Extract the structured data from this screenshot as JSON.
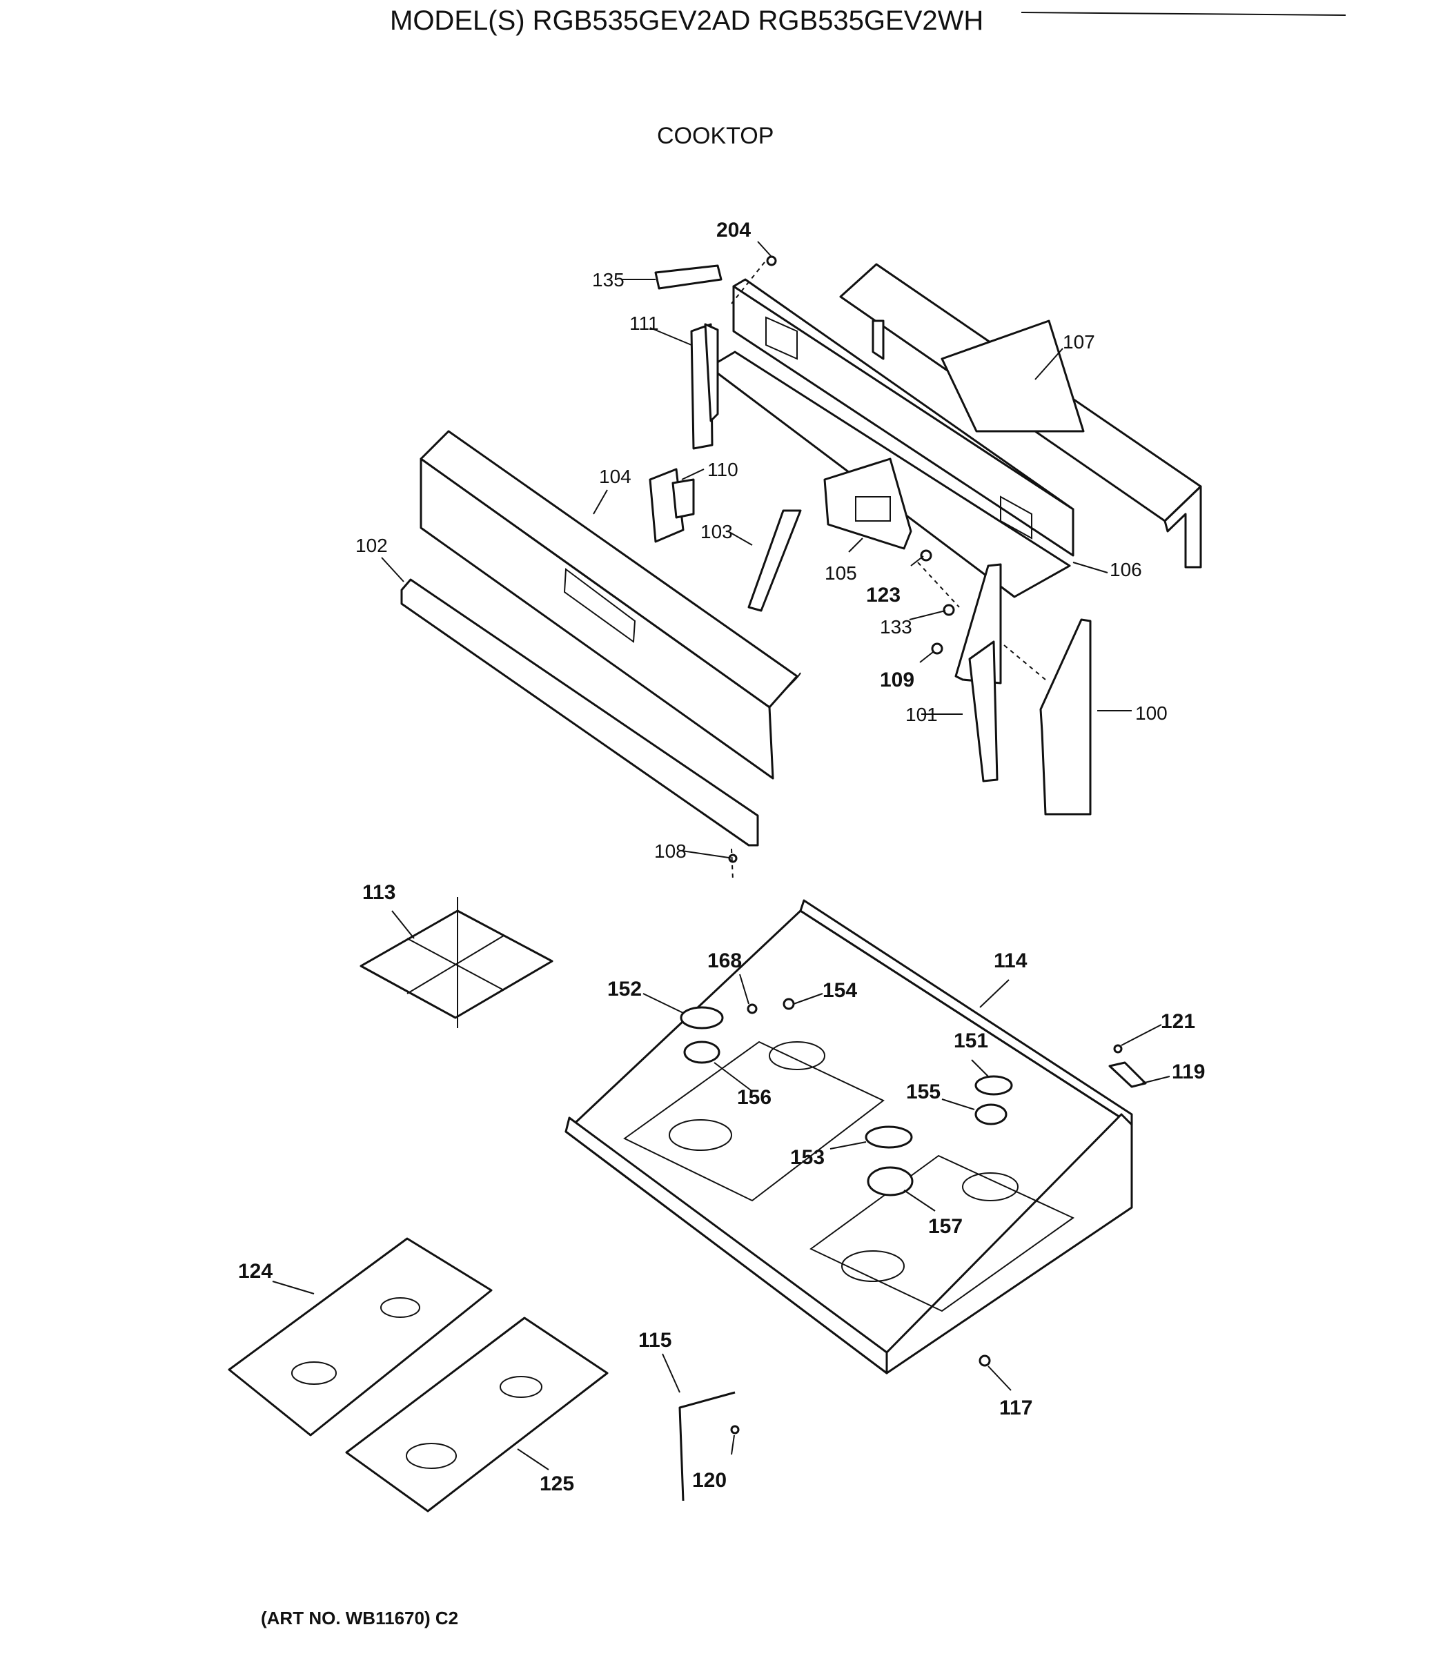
{
  "header": {
    "model_line": "MODEL(S) RGB535GEV2AD  RGB535GEV2WH",
    "section_title": "COOKTOP"
  },
  "footer": {
    "art_no": "(ART NO. WB11670) C2"
  },
  "callouts": {
    "c204": "204",
    "c135": "135",
    "c111": "111",
    "c107": "107",
    "c110": "110",
    "c104": "104",
    "c103": "103",
    "c102": "102",
    "c105": "105",
    "c106": "106",
    "c123": "123",
    "c133": "133",
    "c109": "109",
    "c101": "101",
    "c100": "100",
    "c108": "108",
    "c113": "113",
    "c168": "168",
    "c114": "114",
    "c152": "152",
    "c154": "154",
    "c121": "121",
    "c151": "151",
    "c119": "119",
    "c156": "156",
    "c155": "155",
    "c153": "153",
    "c157": "157",
    "c124": "124",
    "c115": "115",
    "c117": "117",
    "c120": "120",
    "c125": "125"
  }
}
